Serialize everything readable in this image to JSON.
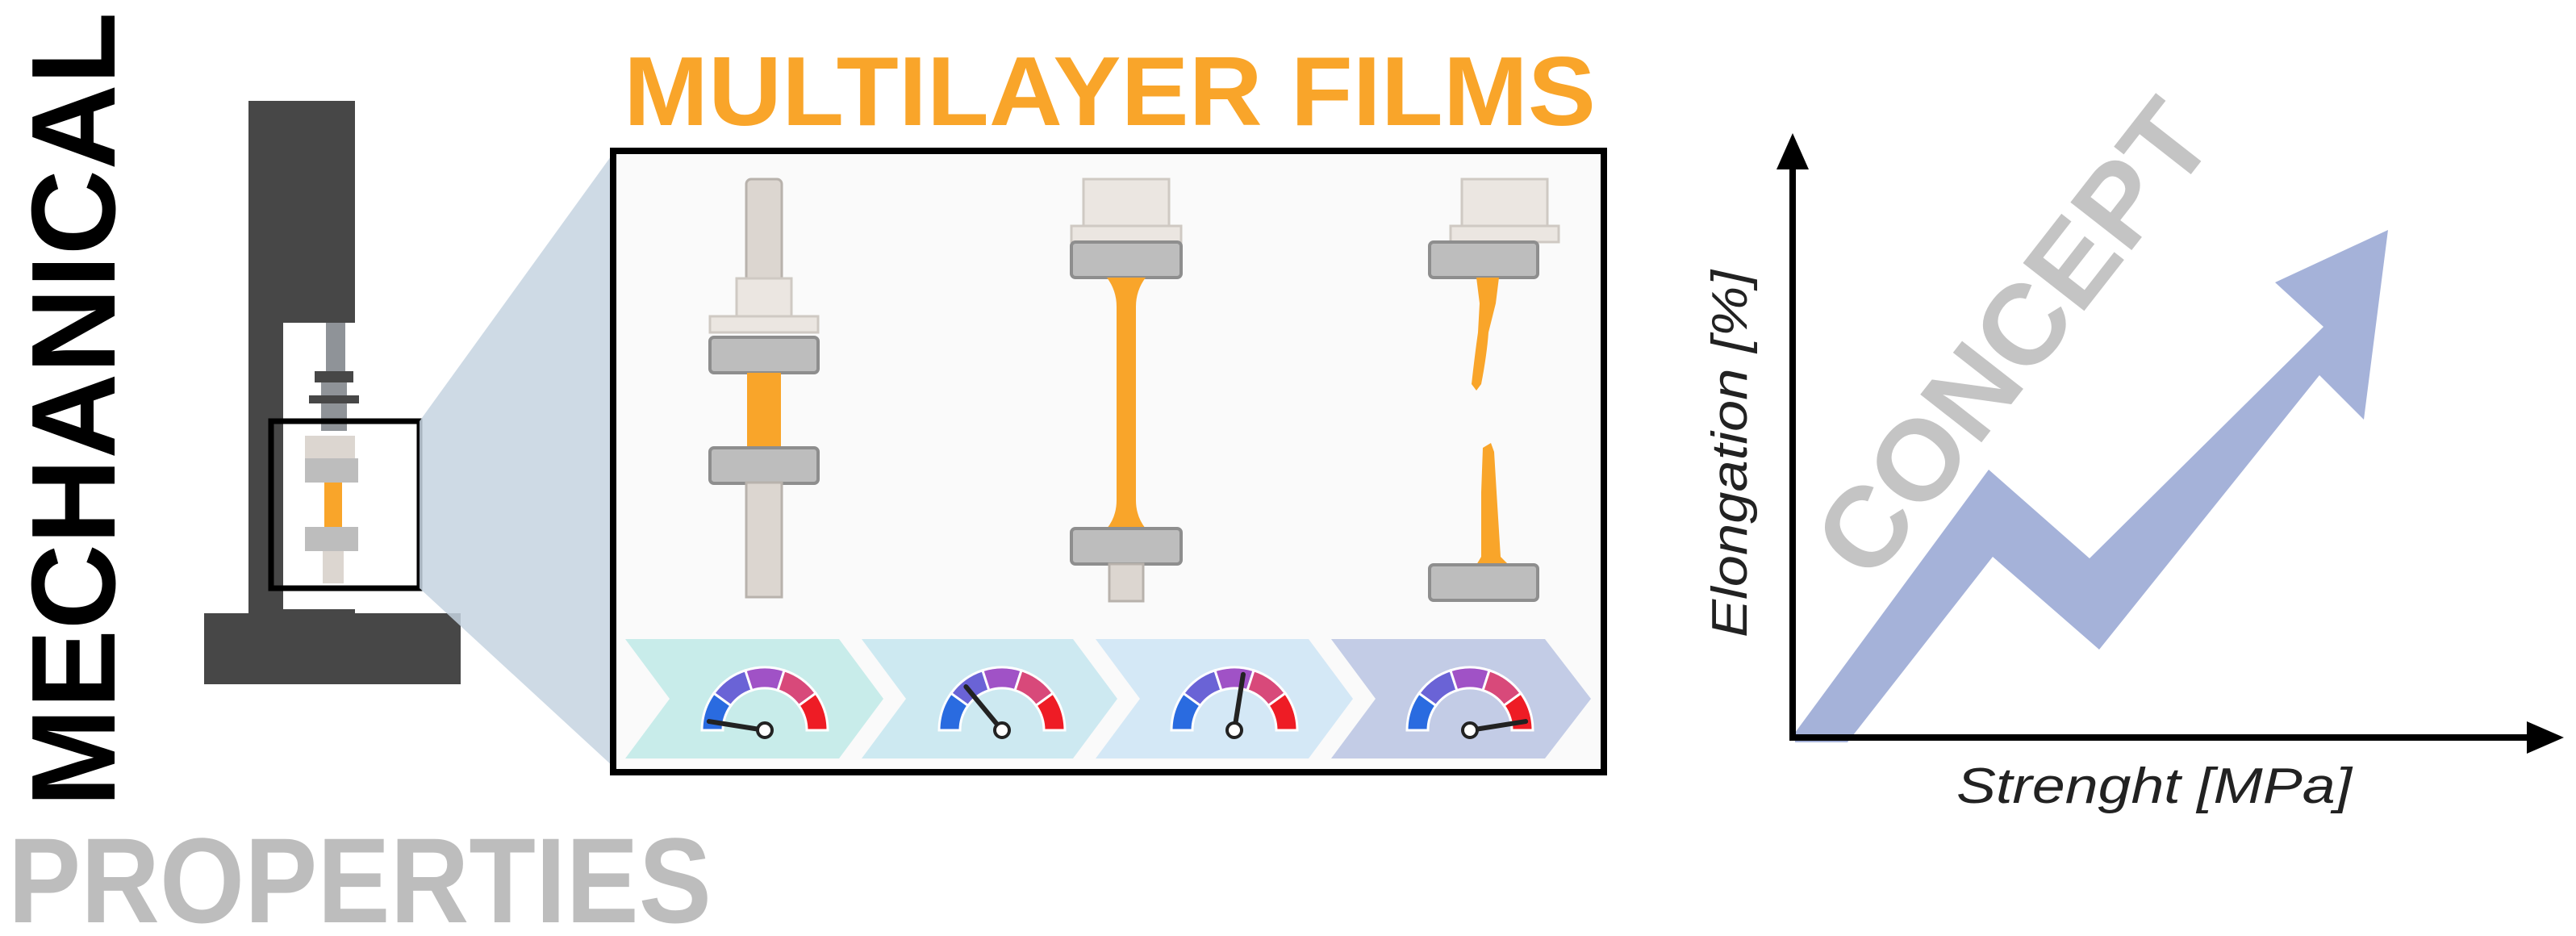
{
  "labels": {
    "mechanical": "MECHANICAL",
    "properties": "PROPERTIES",
    "multilayer_films": "MULTILAYER FILMS",
    "concept": "CONCEPT",
    "y_axis": "Elongation [%]",
    "x_axis": "Strenght [MPa]"
  },
  "colors": {
    "title_black": "#000000",
    "properties_gray": "#bdbdbd",
    "multilayer_orange": "#f9a52a",
    "machine_dark": "#474747",
    "clamp_gray": "#bdbdbd",
    "sample_orange": "#f9a52a",
    "concept_gray": "#c4c4c4",
    "arrow_blue": "#a5b2d9",
    "zoom_shade": "#c5d3e0",
    "chevron_1": "#c8ecea",
    "chevron_2": "#cde9f1",
    "chevron_3": "#d4e8f6",
    "chevron_4": "#c3cce6",
    "gauge_blue": "#2a6be0",
    "gauge_purple": "#a052c6",
    "gauge_red": "#ee1c25"
  },
  "gauges": [
    {
      "level": 0.05
    },
    {
      "level": 0.28
    },
    {
      "level": 0.55
    },
    {
      "level": 0.95
    }
  ],
  "icons": [
    "tensile-testing-machine-icon",
    "film-specimen-icon",
    "gauge-icon",
    "upward-zigzag-arrow-icon"
  ]
}
